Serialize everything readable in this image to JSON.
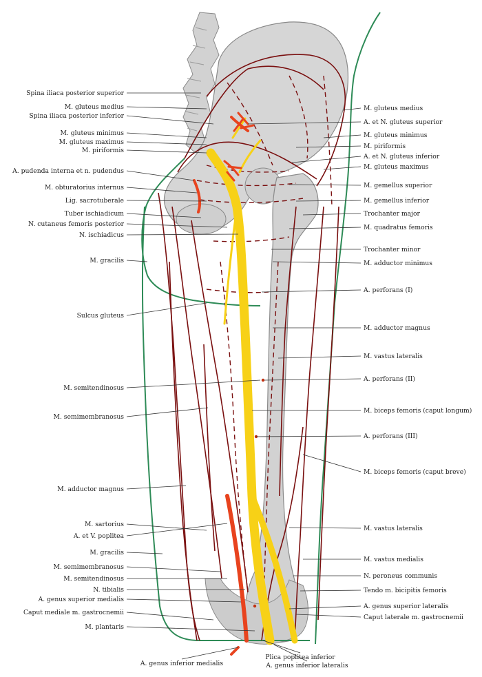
{
  "colors": {
    "background": "#ffffff",
    "bone": "#d2d2d2",
    "bone_outline": "#8a8a8a",
    "skin_line": "#2e8b57",
    "muscle_line": "#7a1010",
    "nerve": "#f7d117",
    "artery": "#e8431e",
    "leader": "#333333",
    "text": "#222222"
  },
  "labels_left": [
    "Spina iliaca posterior superior",
    "M. gluteus medius",
    "Spina iliaca posterior inferior",
    "M. gluteus minimus",
    "M. gluteus maximus",
    "M. piriformis",
    "A. pudenda interna et n. pudendus",
    "M. obturatorius internus",
    "Lig. sacrotuberale",
    "Tuber ischiadicum",
    "N. cutaneus femoris posterior",
    "N. ischiadicus",
    "M. gracilis",
    "Sulcus gluteus",
    "M. semitendinosus",
    "M. semimembranosus",
    "M. adductor magnus",
    "M. sartorius",
    "A. et V. poplitea",
    "M. gracilis",
    "M. semimembranosus",
    "M. semitendinosus",
    "N. tibialis",
    "A. genus superior medialis",
    "Caput mediale m. gastrocnemii",
    "M. plantaris"
  ],
  "labels_right": [
    "M. gluteus medius",
    "A. et N. gluteus superior",
    "M. gluteus minimus",
    "M. piriformis",
    "A. et N. gluteus inferior",
    "M. gluteus maximus",
    "M. gemellus superior",
    "M. gemellus inferior",
    "Trochanter major",
    "M. quadratus femoris",
    "Trochanter minor",
    "M. adductor minimus",
    "A. perforans (I)",
    "M. adductor magnus",
    "M. vastus lateralis",
    "A. perforans (II)",
    "M. biceps femoris (caput longum)",
    "A. perforans (III)",
    "M. biceps femoris (caput breve)",
    "M. vastus lateralis",
    "M. vastus medialis",
    "N. peroneus communis",
    "Tendo m. bicipitis femoris",
    "A. genus superior lateralis",
    "Caput laterale m. gastrocnemii"
  ],
  "labels_bottom": [
    "A. genus inferior medialis",
    "Plica poplitea inferior",
    "A. genus inferior lateralis"
  ]
}
